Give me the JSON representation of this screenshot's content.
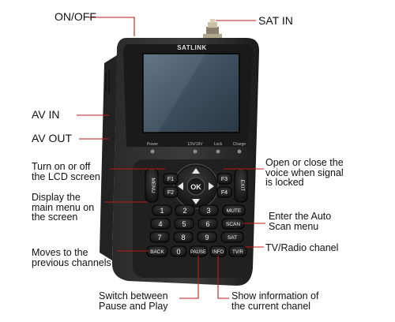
{
  "device": {
    "brand": "SATLINK",
    "indicators": [
      "Power",
      "13V/18V",
      "Lock",
      "Charge"
    ],
    "keys": {
      "f1": "F1",
      "f2": "F2",
      "f3": "F3",
      "f4": "F4",
      "menu": "MENU",
      "exit": "EXIT",
      "ok": "OK",
      "n1": "1",
      "n2": "2",
      "n3": "3",
      "n4": "4",
      "n5": "5",
      "n6": "6",
      "n7": "7",
      "n8": "8",
      "n9": "9",
      "n0": "0",
      "mute": "MUTE",
      "scan": "SCAN",
      "sat": "SAT",
      "back": "BACK",
      "pause": "PAUSE",
      "info": "INFO",
      "tvr": "TV/R"
    }
  },
  "callouts": {
    "on_off": "ON/OFF",
    "sat_in": "SAT IN",
    "av_in": "AV IN",
    "av_out": "AV OUT",
    "lcd": "Turn on or off\nthe LCD screen",
    "voice": "Open or close the\nvoice when signal\nis locked",
    "menu": "Display the\nmain menu on\nthe screen",
    "scan": "Enter the Auto\nScan menu",
    "previous": "Moves to the\nprevious channels",
    "tv_radio": "TV/Radio chanel",
    "pause": "Switch between\nPause and Play",
    "info": "Show information of\nthe current chanel"
  }
}
